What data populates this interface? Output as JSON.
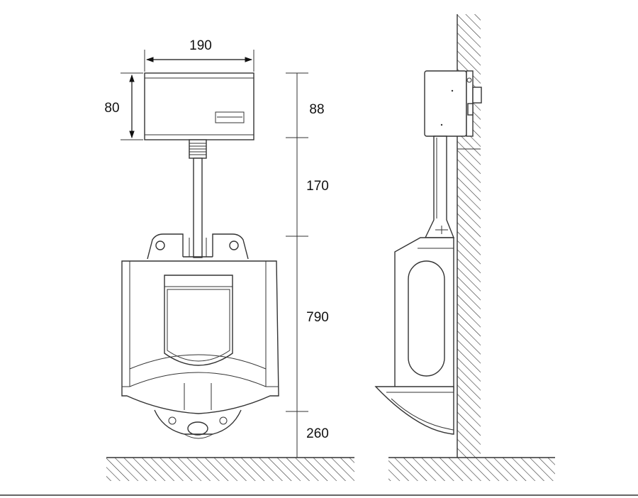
{
  "dimensions": {
    "box_width": "190",
    "box_height": "80",
    "seg_top": "88",
    "seg_pipe": "170",
    "seg_urinal": "790",
    "seg_floor": "260"
  },
  "colors": {
    "line": "#333333",
    "background": "#ffffff",
    "text": "#111111"
  }
}
